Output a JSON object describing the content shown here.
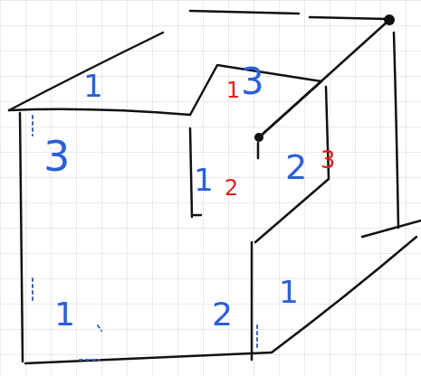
{
  "diagram": {
    "labels": [
      "1",
      "1",
      "3",
      "3",
      "2",
      "3",
      "1",
      "2",
      "1",
      "1",
      "2"
    ]
  }
}
